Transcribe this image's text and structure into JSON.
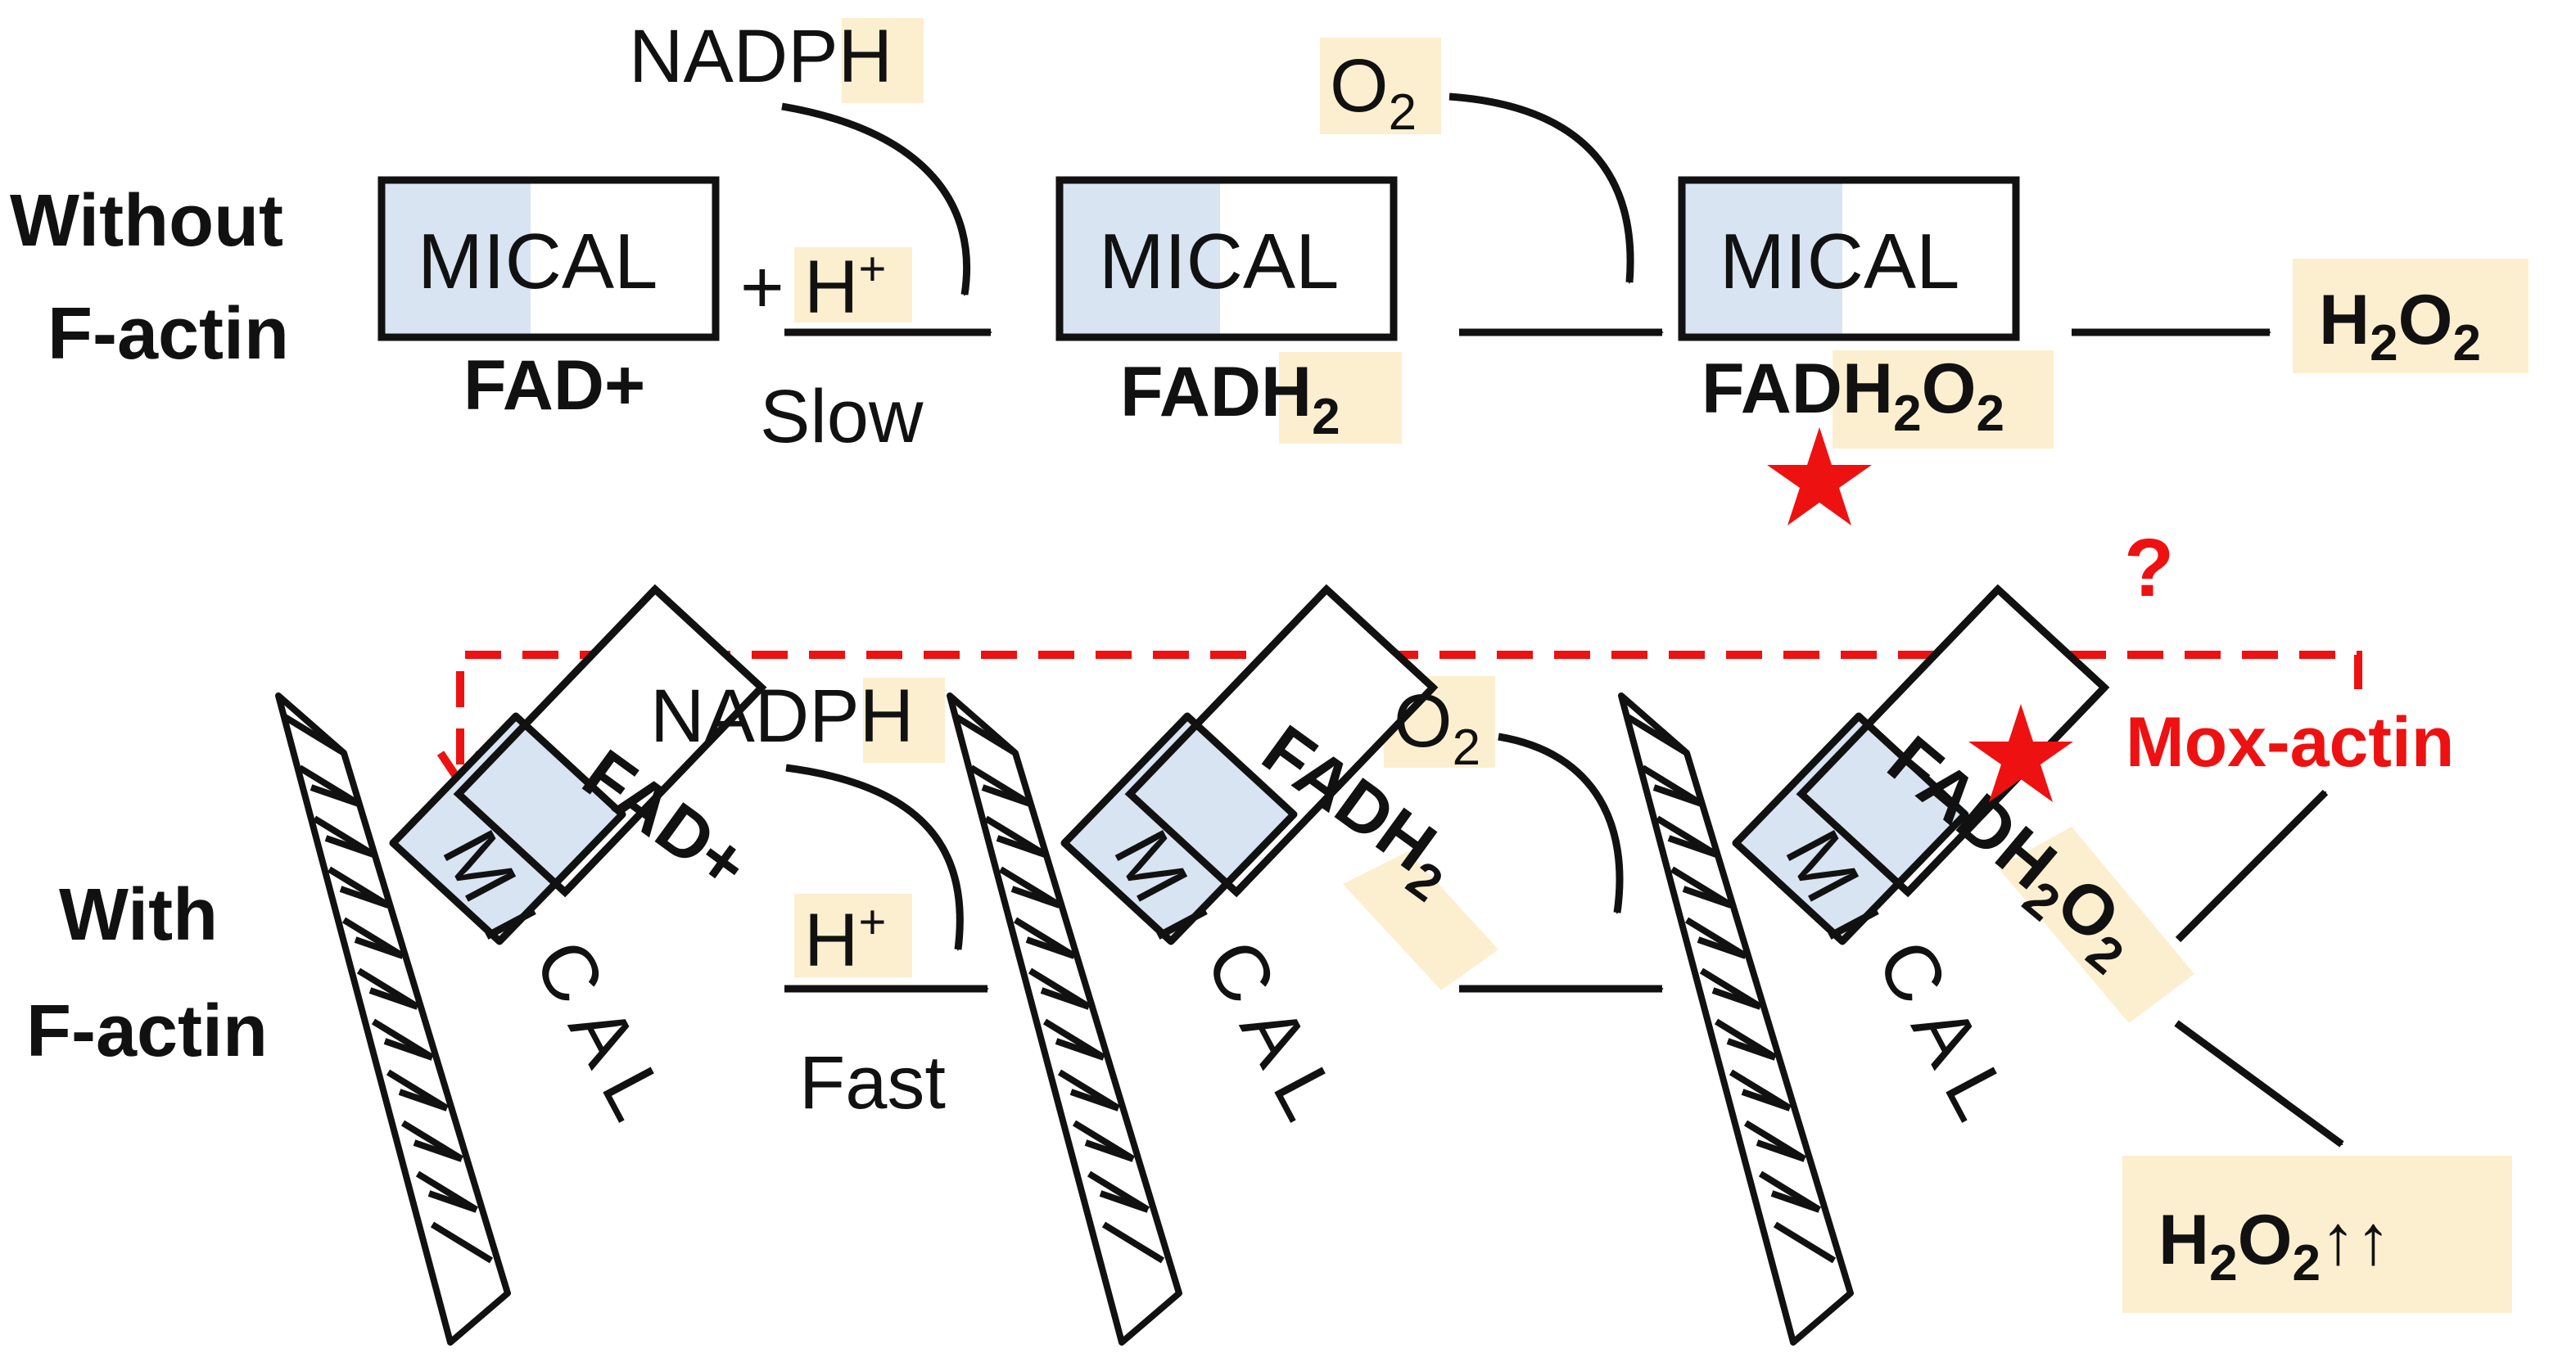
{
  "rows": {
    "top": {
      "label_line1": "Without",
      "label_line2": "F-actin"
    },
    "bottom": {
      "label_line1": "With",
      "label_line2": "F-actin"
    }
  },
  "enzyme": {
    "name": "MICAL",
    "split_top": "M I",
    "split_bottom": "C A L"
  },
  "states": {
    "s1": "FAD+",
    "s2_base": "FADH",
    "s2_sub": "2",
    "s3_base": "FADH",
    "s3_sub1": "2",
    "s3_mid": "O",
    "s3_sub2": "2"
  },
  "reagents": {
    "nadph_base": "NADP",
    "nadph_hl": "H",
    "plus": "+",
    "proton_base": "H",
    "proton_sup": "+",
    "o2_base": "O",
    "o2_sub": "2"
  },
  "rates": {
    "slow": "Slow",
    "fast": "Fast"
  },
  "products": {
    "h2o2_h": "H",
    "h2o2_sub1": "2",
    "h2o2_o": "O",
    "h2o2_sub2": "2",
    "increase": "↑↑",
    "mox_actin": "Mox-actin",
    "question": "?"
  },
  "colors": {
    "highlight": "#fcefcf",
    "mical_tint": "#d8e4f2",
    "red": "#ee1111",
    "ink": "#111111"
  }
}
